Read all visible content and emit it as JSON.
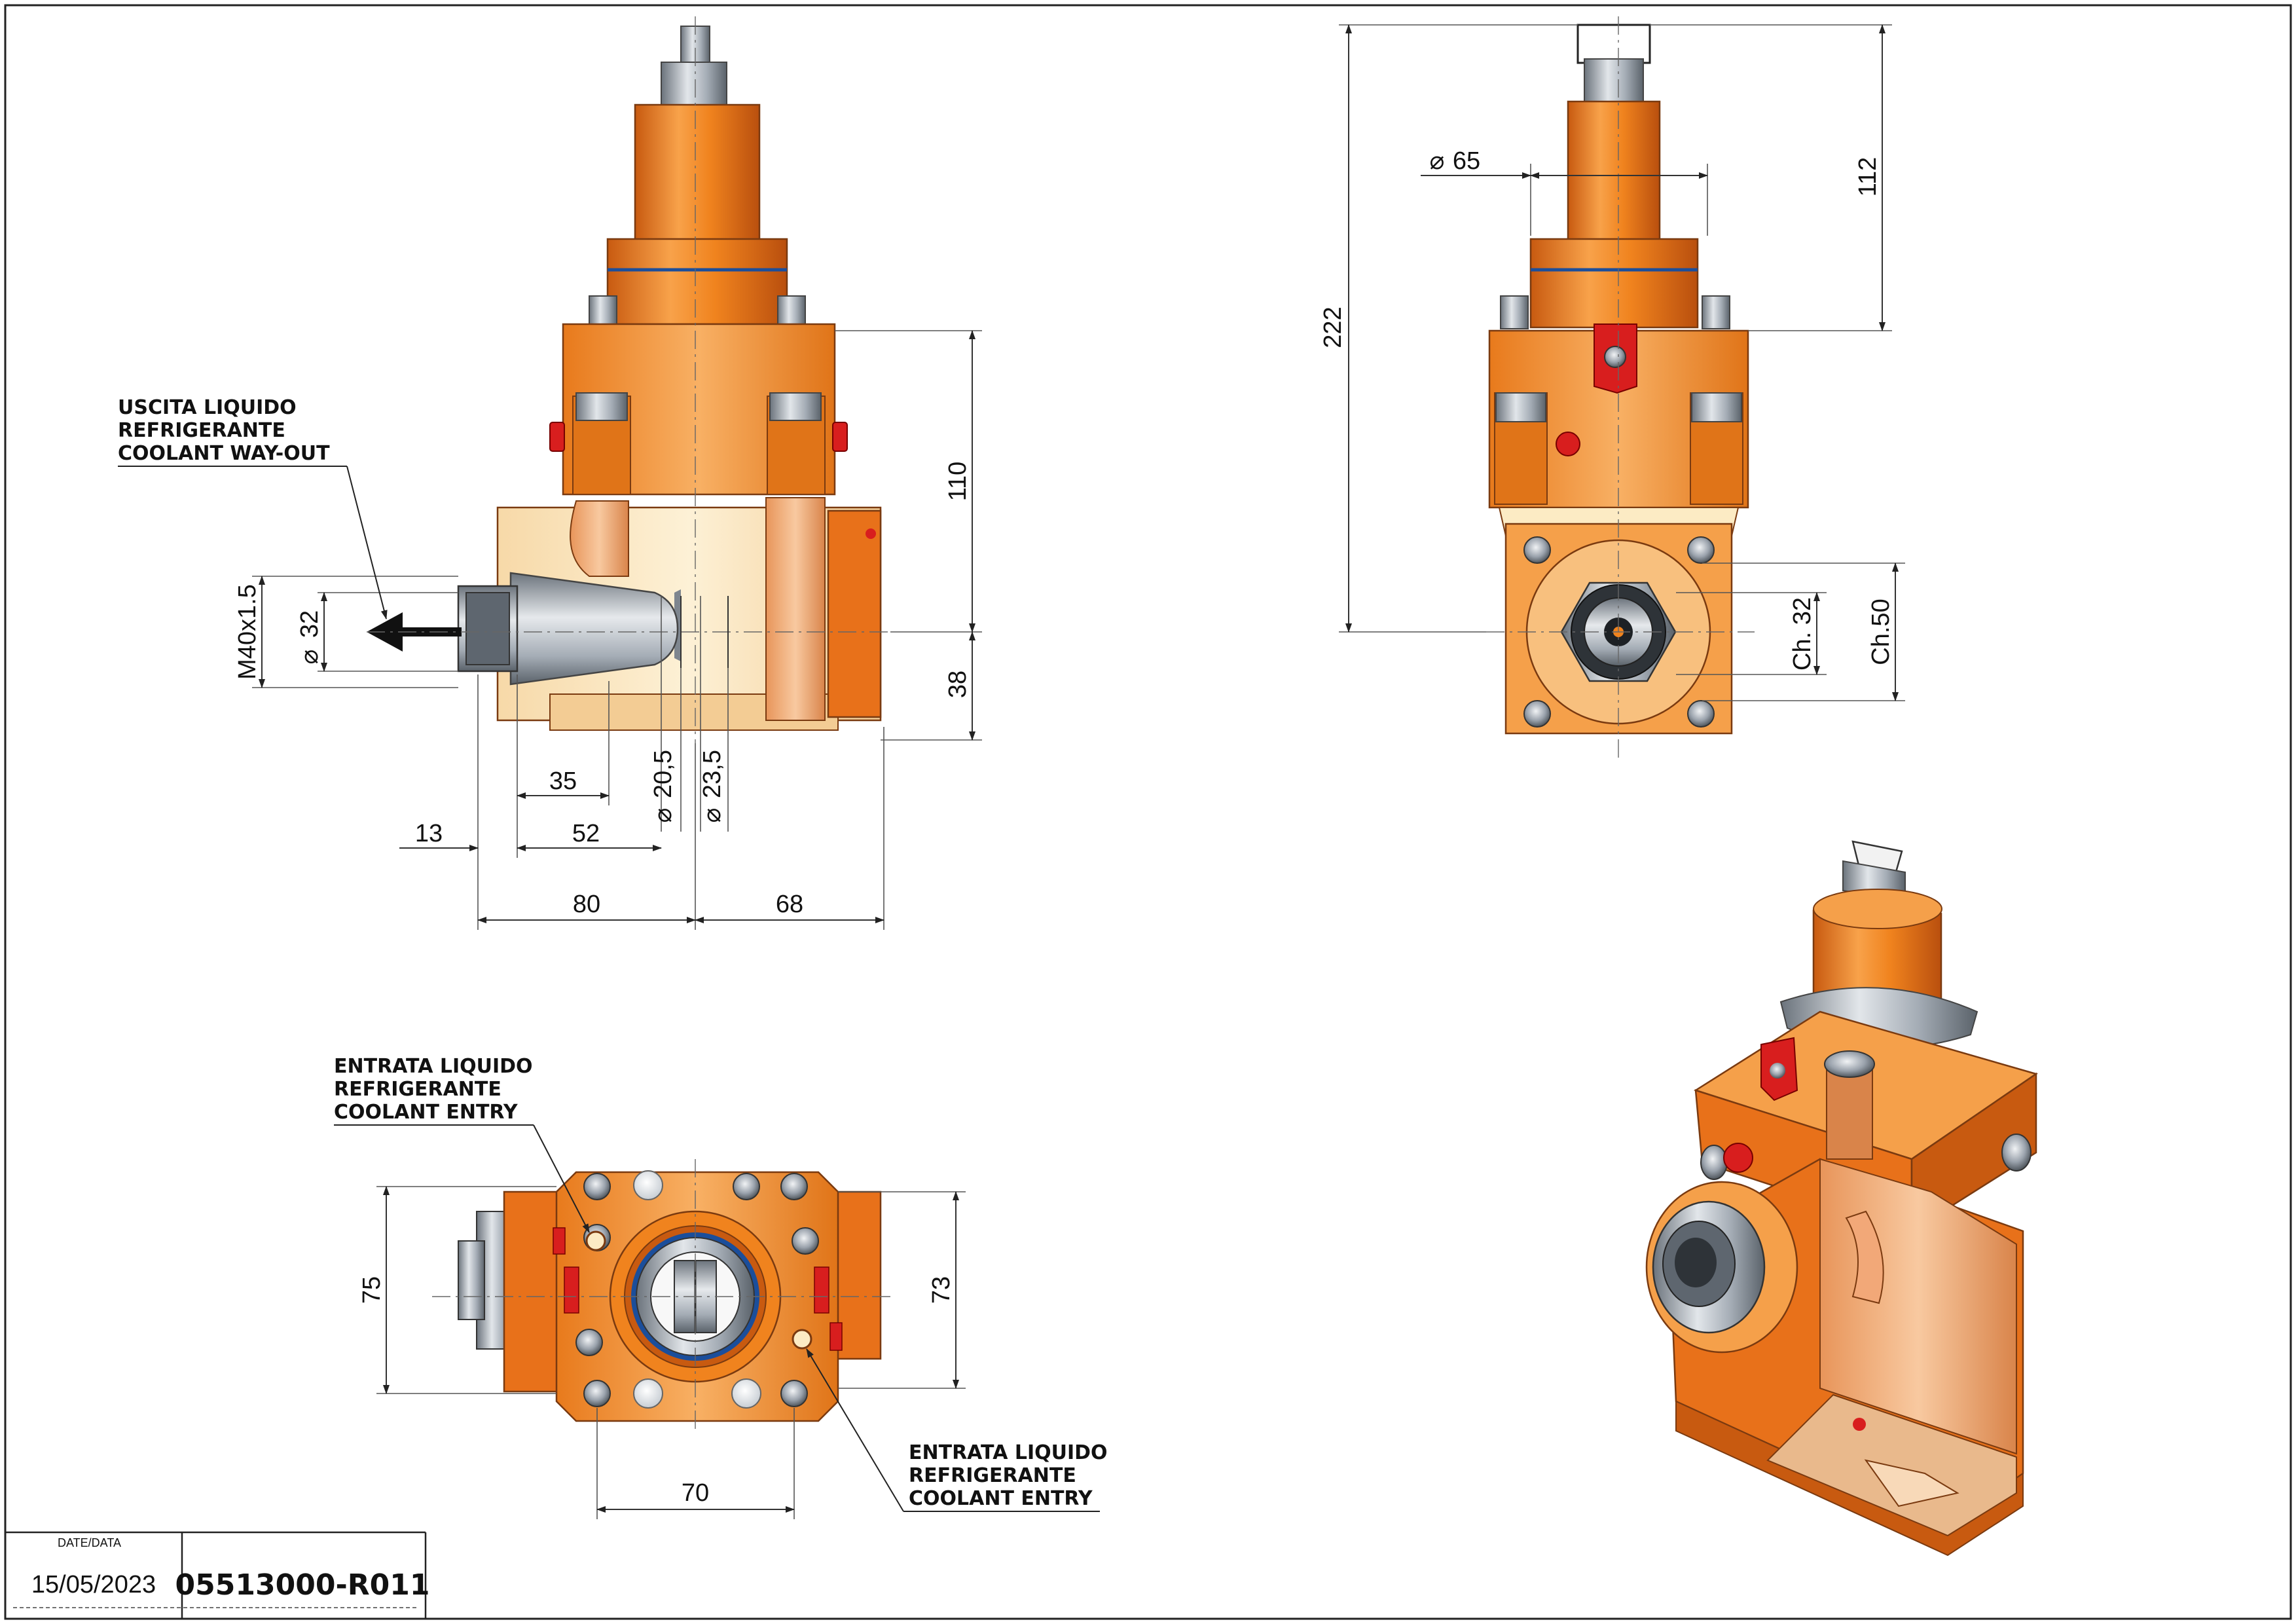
{
  "labels": {
    "coolant_out": [
      "USCITA LIQUIDO",
      "REFRIGERANTE",
      "COOLANT WAY-OUT"
    ],
    "coolant_entry_top": [
      "ENTRATA LIQUIDO",
      "REFRIGERANTE",
      "COOLANT ENTRY"
    ],
    "coolant_entry_bottom": [
      "ENTRATA LIQUIDO",
      "REFRIGERANTE",
      "COOLANT ENTRY"
    ]
  },
  "dimensions": {
    "front": {
      "d110": "110",
      "d38": "38",
      "thread": "M40x1.5",
      "dia32": "32",
      "d35": "35",
      "d13": "13",
      "d52": "52",
      "dia20": "20,5",
      "dia23": "23,5",
      "d80": "80",
      "d68": "68"
    },
    "side": {
      "d222": "222",
      "dia65": "65",
      "d112": "112",
      "ch32": "Ch. 32",
      "ch50": "Ch.50"
    },
    "bottom": {
      "d75": "75",
      "d73": "73",
      "d70": "70"
    }
  },
  "title_block": {
    "date_label": "DATE/DATA",
    "date": "15/05/2023",
    "code": "05513000-R011"
  },
  "colors": {
    "orange": "#F0831E",
    "orange_dark": "#C85A10",
    "orange_light": "#F8B064",
    "beige": "#F7D9A8",
    "pale": "#FCEBC4",
    "steel": "#9AA2AC",
    "steel_dark": "#5E666F",
    "red": "#D81E1E",
    "blue_line": "#1B4E9B"
  }
}
